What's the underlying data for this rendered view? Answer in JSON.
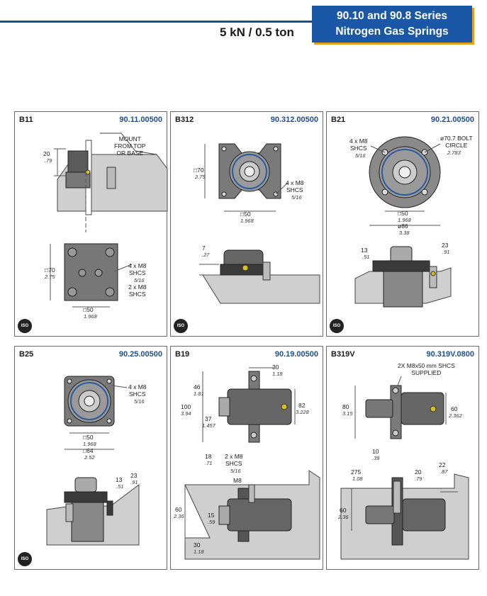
{
  "header": {
    "banner_line1": "90.10 and 90.8 Series",
    "banner_line2": "Nitrogen Gas Springs",
    "subtitle": "5 kN / 0.5 ton"
  },
  "iso_badge": "ISO",
  "panels": {
    "b11": {
      "title": "B11",
      "code": "90.11.00500",
      "mount_note": "MOUNT\nFROM TOP\nOR BASE",
      "dim_height": "20",
      "dim_height_in": ".79",
      "dim_square": "□70",
      "dim_square_in": "2.75",
      "bolts_a": "4 x M8\nSHCS",
      "bolts_a_in": "5/16",
      "bolts_b": "2 x M8\nSHCS",
      "dim_spacing": "□50",
      "dim_spacing_in": "1.968"
    },
    "b312": {
      "title": "B312",
      "code": "90.312.00500",
      "dim_square": "□70",
      "dim_square_in": "2.75",
      "bolts": "4 x M8\nSHCS",
      "bolts_in": "5/16",
      "dim_spacing": "□50",
      "dim_spacing_in": "1.968",
      "dim_height": "7",
      "dim_height_in": ".27"
    },
    "b21": {
      "title": "B21",
      "code": "90.21.00500",
      "bolts": "4 x M8\nSHCS",
      "bolts_in": "5/16",
      "bolt_circle": "ø70.7 BOLT\nCIRCLE",
      "bolt_circle_in": "2.783",
      "dim_spacing": "□50",
      "dim_spacing_in": "1.968",
      "dim_dia": "ø86",
      "dim_dia_in": "3.38",
      "dim_left": "13",
      "dim_left_in": ".51",
      "dim_right": "23",
      "dim_right_in": ".91"
    },
    "b25": {
      "title": "B25",
      "code": "90.25.00500",
      "bolts": "4 x M8\nSHCS",
      "bolts_in": "5/16",
      "dim_spacing": "□50",
      "dim_spacing_in": "1.968",
      "dim_square": "□64",
      "dim_square_in": "2.52",
      "dim_a": "13",
      "dim_a_in": ".51",
      "dim_b": "23",
      "dim_b_in": ".91"
    },
    "b19": {
      "title": "B19",
      "code": "90.19.00500",
      "dim_top": "30",
      "dim_top_in": "1.18",
      "dim_46": "46",
      "dim_46_in": "1.81",
      "dim_100": "100",
      "dim_100_in": "3.94",
      "dim_37": "37",
      "dim_37_in": "1.457",
      "dim_82": "82",
      "dim_82_in": "3.228",
      "dim_18": "18",
      "dim_18_in": ".71",
      "bolts": "2 x M8\nSHCS",
      "bolts_in": "5/16",
      "m8": "M8",
      "dim_60": "60",
      "dim_60_in": "2.36",
      "dim_15": "15",
      "dim_15_in": ".59",
      "dim_30b": "30",
      "dim_30b_in": "1.18"
    },
    "b319v": {
      "title": "B319V",
      "code": "90.319V.0800",
      "bolts": "2X M8x50 mm SHCS\nSUPPLIED",
      "dim_80": "80",
      "dim_80_in": "3.15",
      "dim_60": "60",
      "dim_60_in": "2.362",
      "dim_10": "10",
      "dim_10_in": ".39",
      "dim_275": "275",
      "dim_275_in": "1.08",
      "dim_20": "20",
      "dim_20_in": ".79",
      "dim_22": "22",
      "dim_22_in": ".87",
      "dim_60b": "60",
      "dim_60b_in": "2.36"
    }
  }
}
